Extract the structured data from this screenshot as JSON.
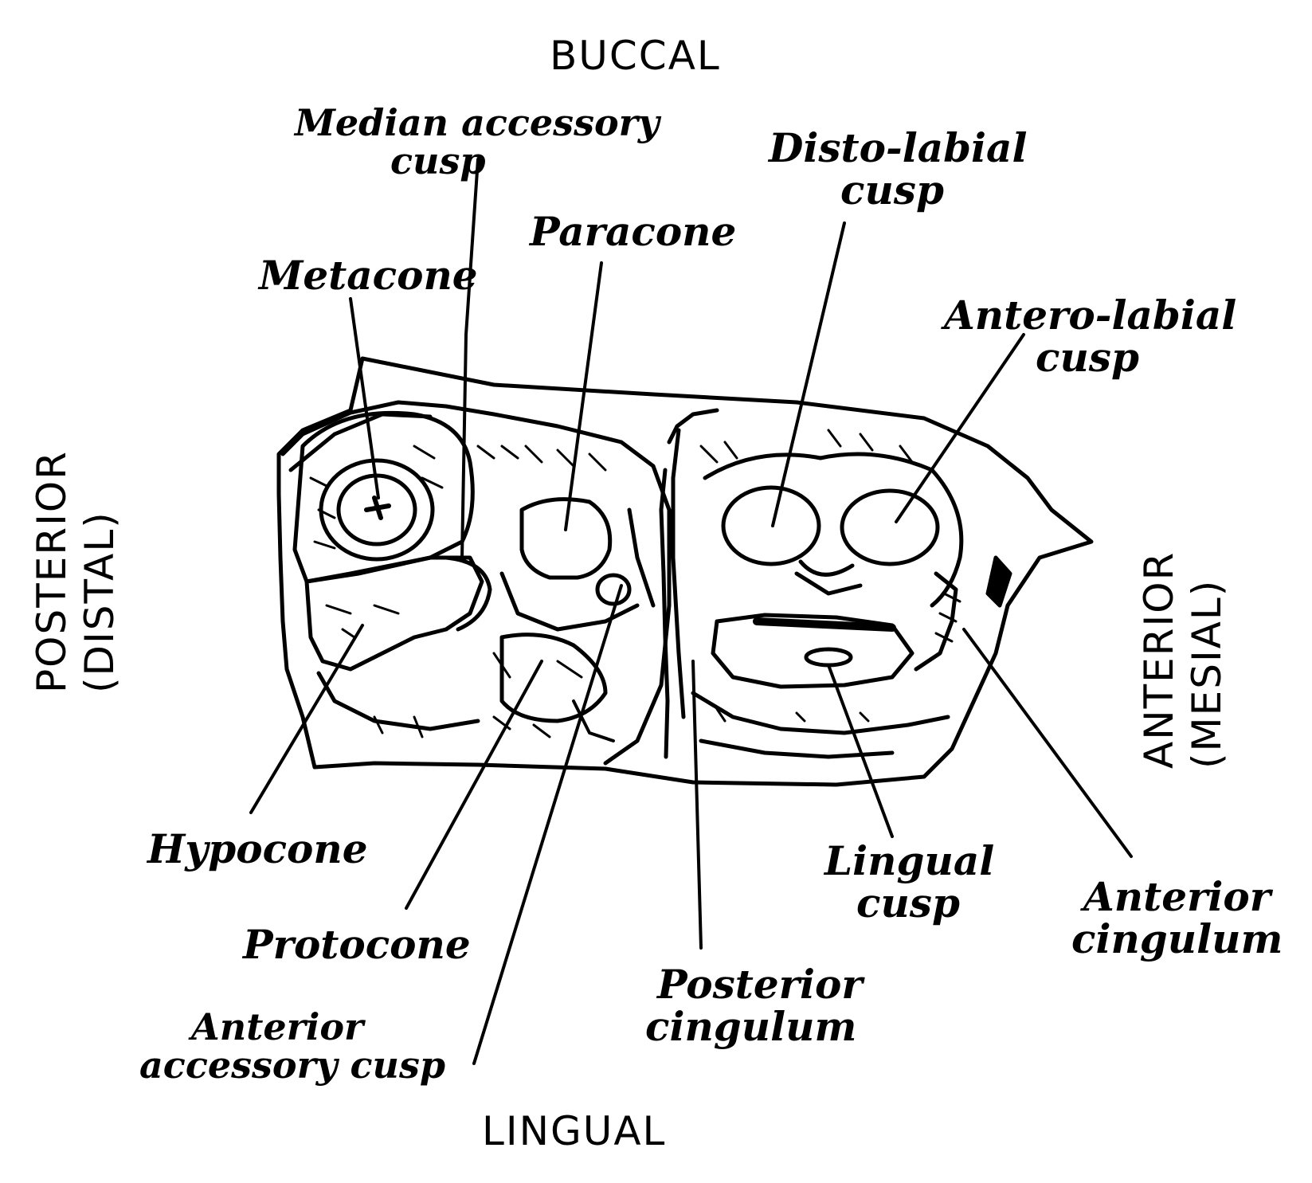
{
  "orientation": {
    "top": "BUCCAL",
    "bottom": "LINGUAL",
    "left_line1": "POSTERIOR",
    "left_line2": "(DISTAL)",
    "right_line1": "ANTERIOR",
    "right_line2": "(MESIAL)"
  },
  "labels": {
    "median_accessory_cusp": [
      "Median accessory",
      "cusp"
    ],
    "metacone": "Metacone",
    "paracone": "Paracone",
    "disto_labial_cusp": [
      "Disto-labial",
      "cusp"
    ],
    "antero_labial_cusp": [
      "Antero-labial",
      "cusp"
    ],
    "hypocone": "Hypocone",
    "protocone": "Protocone",
    "anterior_accessory_cusp": [
      "Anterior",
      "accessory cusp"
    ],
    "posterior_cingulum": [
      "Posterior",
      "cingulum"
    ],
    "lingual_cusp": [
      "Lingual",
      "cusp"
    ],
    "anterior_cingulum": [
      "Anterior",
      "cingulum"
    ]
  },
  "colors": {
    "ink": "#000000",
    "paper": "#ffffff"
  }
}
